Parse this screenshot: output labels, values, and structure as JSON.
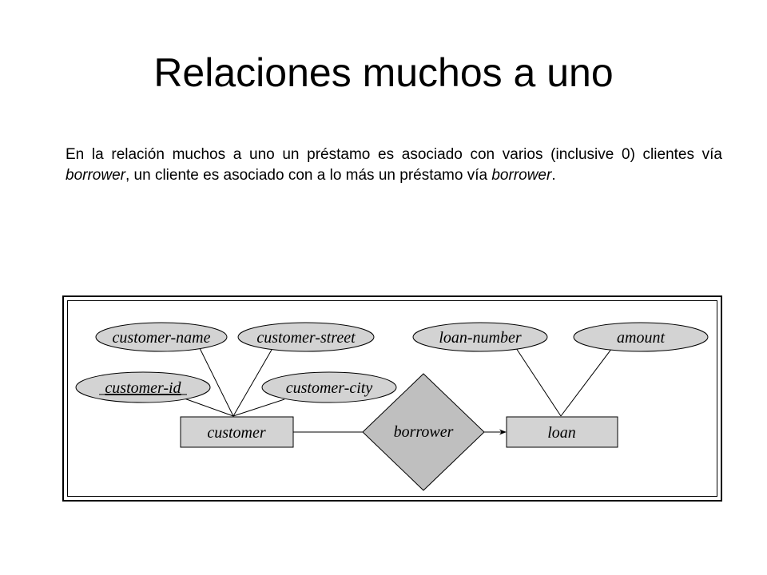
{
  "slide": {
    "title": "Relaciones muchos a uno",
    "body": {
      "part1": "En la relación muchos a uno un préstamo es asociado con varios (inclusive 0) clientes vía ",
      "em1": "borrower",
      "part2": ", un cliente es asociado con a lo más un préstamo vía ",
      "em2": "borrower",
      "part3": "."
    }
  },
  "diagram": {
    "attributes": {
      "customer_name": "customer-name",
      "customer_street": "customer-street",
      "customer_id": "customer-id",
      "customer_city": "customer-city",
      "loan_number": "loan-number",
      "amount": "amount"
    },
    "entities": {
      "customer": "customer",
      "loan": "loan"
    },
    "relationship": "borrower",
    "colors": {
      "shape_fill": "#d3d3d3",
      "relationship_fill": "#bfbfbf",
      "stroke": "#000000"
    }
  }
}
